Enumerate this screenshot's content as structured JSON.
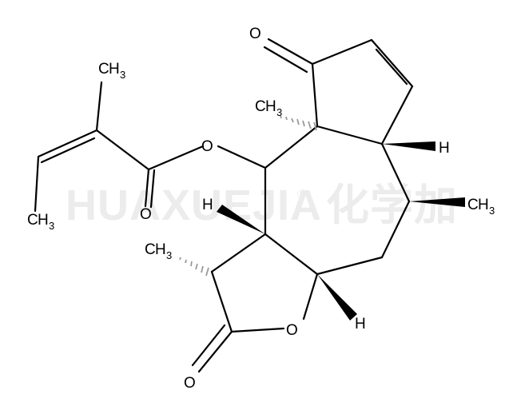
{
  "watermark": {
    "text": "HUAXUEJIA",
    "registered": "®",
    "chinese": "化学加"
  },
  "molecule": {
    "atoms": {
      "O": "O",
      "H": "H",
      "C": "C",
      "H3": "3"
    },
    "colors": {
      "bond": "#000000",
      "hashed_wedge": "#9a9a9a",
      "watermark": "#ececec"
    }
  }
}
